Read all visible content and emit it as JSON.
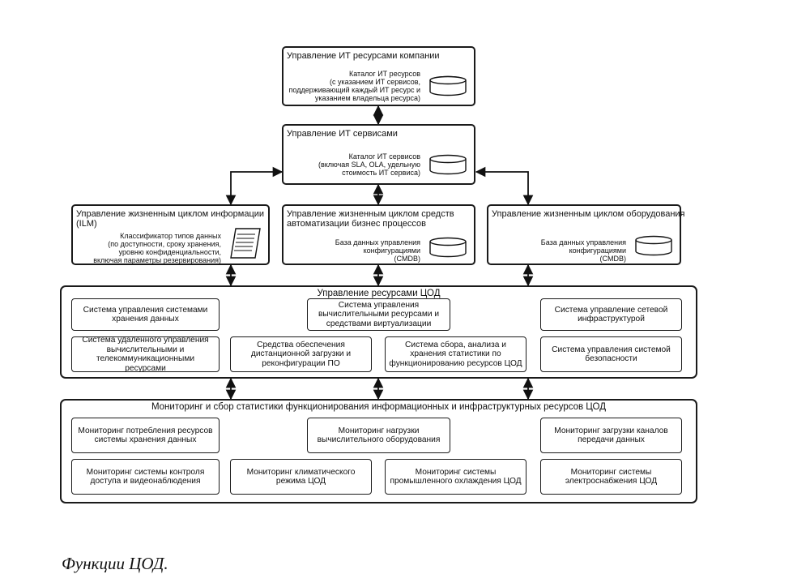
{
  "top": {
    "title": "Управление ИТ ресурсами компании",
    "catalog": [
      "Каталог ИТ ресурсов",
      "(с указанием ИТ сервисов,",
      "поддерживающий каждый ИТ ресурс и",
      "указанием владельца ресурса)"
    ]
  },
  "services": {
    "title": "Управление ИТ сервисами",
    "catalog": [
      "Каталог ИТ сервисов",
      "(включая SLA, OLA, удельную",
      "стоимость ИТ сервиса)"
    ]
  },
  "lifecycle": {
    "ilm": {
      "title": [
        "Управление жизненным циклом информации",
        "(ILM)"
      ],
      "text": [
        "Классификатор типов данных",
        "(по доступности, сроку хранения,",
        "уровню конфиденциальности,",
        "включая параметры резервирования)"
      ]
    },
    "bpa": {
      "title": [
        "Управление жизненным циклом средств",
        "автоматизации бизнес процессов"
      ],
      "text": [
        "База данных управления",
        "конфигурациями",
        "(CMDB)"
      ]
    },
    "hw": {
      "title": [
        "Управление жизненным циклом оборудования"
      ],
      "text": [
        "База данных управления",
        "конфигурациями",
        "(CMDB)"
      ]
    }
  },
  "resources": {
    "title": "Управление ресурсами ЦОД",
    "cells": [
      [
        "Система управления  системами",
        "хранения данных"
      ],
      [
        "Система управления",
        "вычислительными ресурсами и",
        "средствами виртуализации"
      ],
      [
        "Система управление  сетевой",
        "инфраструктурой"
      ],
      [
        "Система удаленного управления",
        "вычислительными и",
        "телекоммуникационными",
        "ресурсами"
      ],
      [
        "Средства обеспечения",
        "дистанционной загрузки и",
        "реконфигурации ПО"
      ],
      [
        "Система сбора, анализа и",
        "хранения статистики по",
        "функционированию ресурсов ЦОД"
      ],
      [
        "Система управления системой",
        "безопасности"
      ]
    ]
  },
  "monitoring": {
    "title": "Мониторинг и сбор статистики функционирования информационных и инфраструктурных ресурсов ЦОД",
    "cells": [
      [
        "Мониторинг потребления ресурсов",
        "системы хранения данных"
      ],
      [
        "Мониторинг нагрузки",
        "вычислительного оборудования"
      ],
      [
        "Мониторинг загрузки каналов",
        "передачи данных"
      ],
      [
        "Мониторинг системы контроля",
        "доступа и видеонаблюдения"
      ],
      [
        "Мониторинг климатического",
        "режима ЦОД"
      ],
      [
        "Мониторинг системы",
        "промышленного охлаждения ЦОД"
      ],
      [
        "Мониторинг системы",
        "электроснабжения ЦОД"
      ]
    ]
  },
  "caption": "Функции ЦОД."
}
